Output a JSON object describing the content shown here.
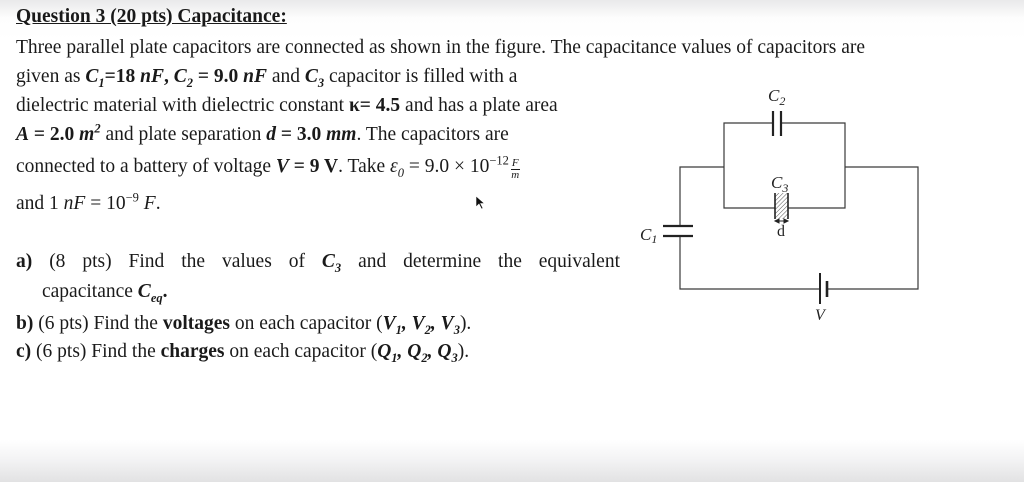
{
  "document": {
    "title": "Question 3 (20 pts) Capacitance:",
    "paragraph": {
      "line1": "Three parallel plate capacitors are connected as shown in the figure. The capacitance values of capacitors are",
      "line2": {
        "prefix": "given as ",
        "c1_sym": "C",
        "c1_sub": "1",
        "c1_val": "=18 ",
        "c1_unit": "nF",
        "sep1": ", ",
        "c2_sym": "C",
        "c2_sub": "2",
        "c2_val": " = 9.0 ",
        "c2_unit": "nF",
        "mid": " and ",
        "c3_sym": "C",
        "c3_sub": "3",
        "suffix": " capacitor is filled with a"
      },
      "line3": {
        "prefix": "dielectric material with dielectric constant ",
        "kappa": "κ= 4.5",
        "suffix": " and has a plate area"
      },
      "line4": {
        "a_sym": "A",
        "a_val": " = 2.0 ",
        "a_unit": "m",
        "a_exp": "2",
        "mid": " and plate separation ",
        "d_sym": "d",
        "d_val": " = 3.0 ",
        "d_unit": "mm",
        "suffix": ". The capacitors are"
      },
      "line5": {
        "prefix": "connected to a battery of voltage ",
        "v_sym": "V",
        "v_val": " = 9 V",
        "mid": ". Take ",
        "eps": "ε",
        "eps_sub": "0",
        "eps_val": " = 9.0 × 10",
        "eps_exp": "−12",
        "frac_num": "F",
        "frac_den": "m"
      },
      "line6": {
        "prefix": "and 1 ",
        "unit": "nF",
        "mid": " = 10",
        "exp": "−9",
        "suffix_unit": " F",
        "end": "."
      }
    },
    "parts": [
      {
        "label": "a)",
        "pts": "(8 pts)",
        "text1": " Find the values of ",
        "sym": "C",
        "sub": "3",
        "text2": " and determine the equivalent",
        "cont_text": "capacitance ",
        "cont_sym": "C",
        "cont_sub": "eq",
        "cont_end": "."
      },
      {
        "label": "b)",
        "pts": "(6 pts)",
        "text1": " Find the ",
        "bold_word": "voltages",
        "text2": " on each capacitor (",
        "vars": [
          {
            "sym": "V",
            "sub": "1"
          },
          {
            "sym": "V",
            "sub": "2"
          },
          {
            "sym": "V",
            "sub": "3"
          }
        ],
        "end": ")."
      },
      {
        "label": "c)",
        "pts": "(6 pts)",
        "text1": " Find the ",
        "bold_word": "charges",
        "text2": " on each capacitor (",
        "vars": [
          {
            "sym": "Q",
            "sub": "1"
          },
          {
            "sym": "Q",
            "sub": "2"
          },
          {
            "sym": "Q",
            "sub": "3"
          }
        ],
        "end": ")."
      }
    ]
  },
  "circuit": {
    "labels": {
      "c1": "C",
      "c1_sub": "1",
      "c2": "C",
      "c2_sub": "2",
      "c3": "C",
      "c3_sub": "3",
      "d": "d",
      "v": "V"
    },
    "wire_color": "#3a3a3a"
  }
}
